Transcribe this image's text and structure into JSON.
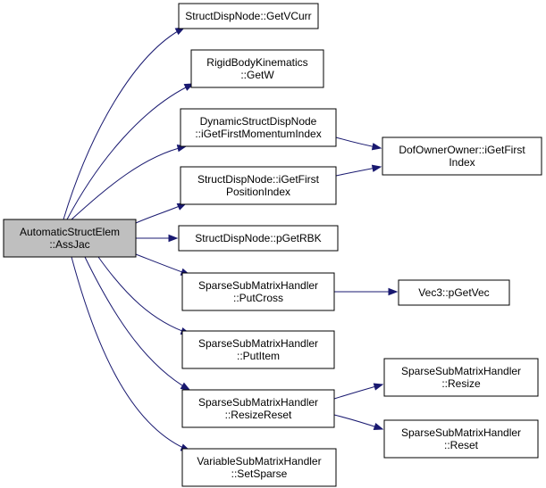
{
  "graph": {
    "root": {
      "lines": [
        "AutomaticStructElem",
        "::AssJac"
      ]
    },
    "nodes": {
      "n_getvcurr": {
        "lines": [
          "StructDispNode::GetVCurr"
        ]
      },
      "n_getw": {
        "lines": [
          "RigidBodyKinematics",
          "::GetW"
        ]
      },
      "n_ifirstmomentum": {
        "lines": [
          "DynamicStructDispNode",
          "::iGetFirstMomentumIndex"
        ]
      },
      "n_ifirstposition": {
        "lines": [
          "StructDispNode::iGetFirst",
          "PositionIndex"
        ]
      },
      "n_pgetrbk": {
        "lines": [
          "StructDispNode::pGetRBK"
        ]
      },
      "n_putcross": {
        "lines": [
          "SparseSubMatrixHandler",
          "::PutCross"
        ]
      },
      "n_putitem": {
        "lines": [
          "SparseSubMatrixHandler",
          "::PutItem"
        ]
      },
      "n_resizereset": {
        "lines": [
          "SparseSubMatrixHandler",
          "::ResizeReset"
        ]
      },
      "n_setsparse": {
        "lines": [
          "VariableSubMatrixHandler",
          "::SetSparse"
        ]
      },
      "n_dofowner": {
        "lines": [
          "DofOwnerOwner::iGetFirst",
          "Index"
        ]
      },
      "n_pgetvec": {
        "lines": [
          "Vec3::pGetVec"
        ]
      },
      "n_resize": {
        "lines": [
          "SparseSubMatrixHandler",
          "::Resize"
        ]
      },
      "n_reset": {
        "lines": [
          "SparseSubMatrixHandler",
          "::Reset"
        ]
      }
    },
    "edges": [
      {
        "from": "root",
        "to": "n_getvcurr"
      },
      {
        "from": "root",
        "to": "n_getw"
      },
      {
        "from": "root",
        "to": "n_ifirstmomentum"
      },
      {
        "from": "root",
        "to": "n_ifirstposition"
      },
      {
        "from": "root",
        "to": "n_pgetrbk"
      },
      {
        "from": "root",
        "to": "n_putcross"
      },
      {
        "from": "root",
        "to": "n_putitem"
      },
      {
        "from": "root",
        "to": "n_resizereset"
      },
      {
        "from": "root",
        "to": "n_setsparse"
      },
      {
        "from": "n_ifirstmomentum",
        "to": "n_dofowner"
      },
      {
        "from": "n_ifirstposition",
        "to": "n_dofowner"
      },
      {
        "from": "n_putcross",
        "to": "n_pgetvec"
      },
      {
        "from": "n_resizereset",
        "to": "n_resize"
      },
      {
        "from": "n_resizereset",
        "to": "n_reset"
      }
    ],
    "colors": {
      "edge": "#191970",
      "root_fill": "#bfbfbf",
      "node_fill": "#ffffff",
      "border": "#000000"
    }
  }
}
